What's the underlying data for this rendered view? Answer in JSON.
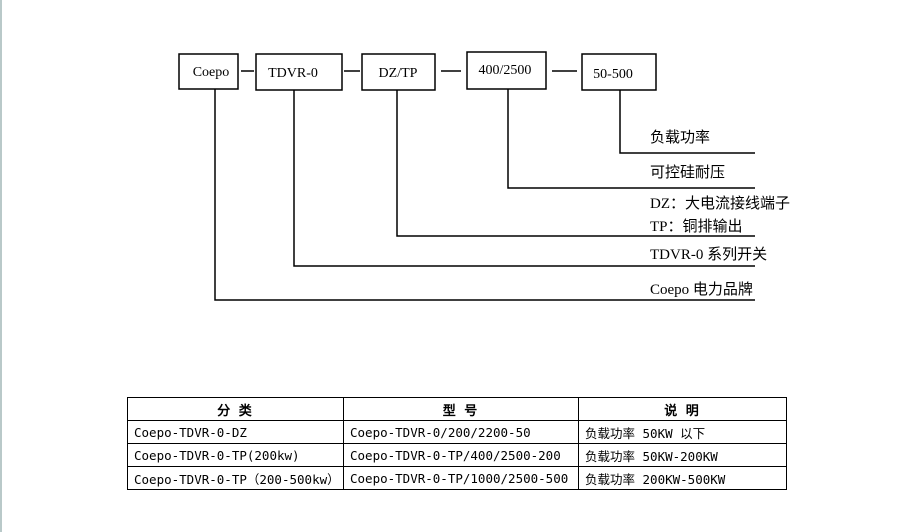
{
  "diagram": {
    "boxes": [
      "Coepo",
      "TDVR-0",
      "DZ/TP",
      "400/2500",
      "50-500"
    ],
    "labels": [
      "负载功率",
      "可控硅耐压",
      "DZ：大电流接线端子",
      "TP：铜排输出",
      "TDVR-0 系列开关",
      "Coepo 电力品牌"
    ]
  },
  "table": {
    "headers": [
      "分 类",
      "型 号",
      "说 明"
    ],
    "rows": [
      [
        "Coepo-TDVR-0-DZ",
        "Coepo-TDVR-0/200/2200-50",
        "负载功率 50KW 以下"
      ],
      [
        "Coepo-TDVR-0-TP(200kw)",
        "Coepo-TDVR-0-TP/400/2500-200",
        "负载功率 50KW-200KW"
      ],
      [
        "Coepo-TDVR-0-TP（200-500kw）",
        "Coepo-TDVR-0-TP/1000/2500-500",
        "负载功率 200KW-500KW"
      ]
    ]
  }
}
